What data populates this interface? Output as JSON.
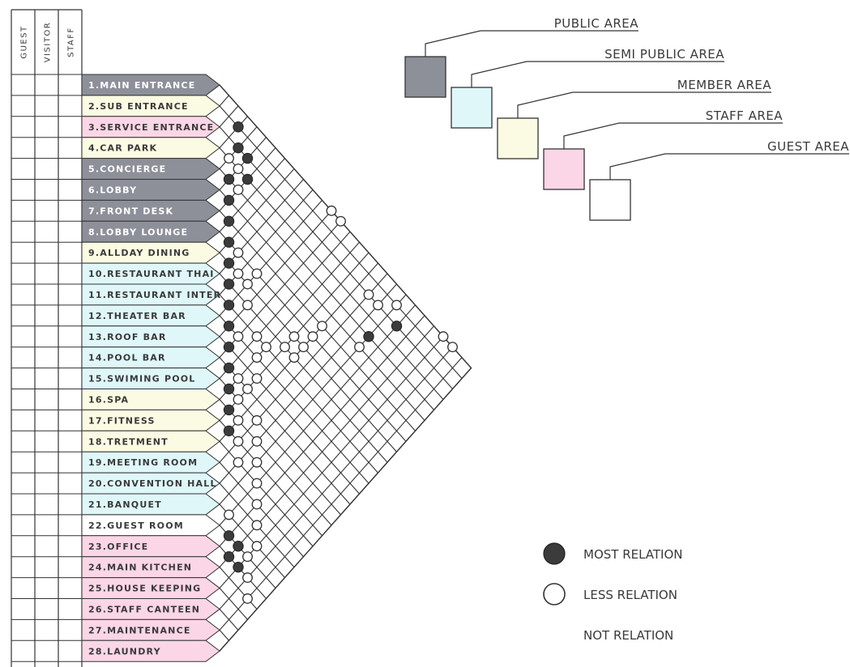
{
  "user_columns": [
    "GUEST",
    "VISITOR",
    "STAFF"
  ],
  "colors": {
    "public": "#8d9099",
    "semi_public": "#dff7f8",
    "member": "#fbfbe3",
    "staff": "#fbd6e6",
    "guest": "#ffffff",
    "line": "#333333",
    "text_dark": "#3a3a3a",
    "text_light": "#ffffff"
  },
  "spaces": [
    {
      "label": "1.MAIN ENTRANCE",
      "zone": "public"
    },
    {
      "label": "2.SUB ENTRANCE",
      "zone": "member"
    },
    {
      "label": "3.SERVICE ENTRANCE",
      "zone": "staff"
    },
    {
      "label": "4.CAR PARK",
      "zone": "member"
    },
    {
      "label": "5.CONCIERGE",
      "zone": "public"
    },
    {
      "label": "6.LOBBY",
      "zone": "public"
    },
    {
      "label": "7.FRONT DESK",
      "zone": "public"
    },
    {
      "label": "8.LOBBY LOUNGE",
      "zone": "public"
    },
    {
      "label": "9.ALLDAY DINING",
      "zone": "member"
    },
    {
      "label": "10.RESTAURANT THAI",
      "zone": "semi_public"
    },
    {
      "label": "11.RESTAURANT INTER",
      "zone": "semi_public"
    },
    {
      "label": "12.THEATER BAR",
      "zone": "semi_public"
    },
    {
      "label": "13.ROOF BAR",
      "zone": "semi_public"
    },
    {
      "label": "14.POOL BAR",
      "zone": "semi_public"
    },
    {
      "label": "15.SWIMING POOL",
      "zone": "semi_public"
    },
    {
      "label": "16.SPA",
      "zone": "member"
    },
    {
      "label": "17.FITNESS",
      "zone": "member"
    },
    {
      "label": "18.TRETMENT",
      "zone": "member"
    },
    {
      "label": "19.MEETING ROOM",
      "zone": "semi_public"
    },
    {
      "label": "20.CONVENTION HALL",
      "zone": "semi_public"
    },
    {
      "label": "21.BANQUET",
      "zone": "semi_public"
    },
    {
      "label": "22.GUEST ROOM",
      "zone": "guest"
    },
    {
      "label": "23.OFFICE",
      "zone": "staff"
    },
    {
      "label": "24.MAIN KITCHEN",
      "zone": "staff"
    },
    {
      "label": "25.HOUSE KEEPING",
      "zone": "staff"
    },
    {
      "label": "26.STAFF CANTEEN",
      "zone": "staff"
    },
    {
      "label": "27.MAINTENANCE",
      "zone": "staff"
    },
    {
      "label": "28.LAUNDRY",
      "zone": "staff"
    }
  ],
  "zone_legend": [
    {
      "label": "PUBLIC AREA",
      "zone": "public"
    },
    {
      "label": "SEMI PUBLIC AREA",
      "zone": "semi_public"
    },
    {
      "label": "MEMBER AREA",
      "zone": "member"
    },
    {
      "label": "STAFF AREA",
      "zone": "staff"
    },
    {
      "label": "GUEST AREA",
      "zone": "guest"
    }
  ],
  "relation_legend": [
    {
      "label": "MOST RELATION",
      "symbol": "filled"
    },
    {
      "label": "LESS RELATION",
      "symbol": "open"
    },
    {
      "label": "NOT RELATION",
      "symbol": "none"
    }
  ],
  "relations": {
    "most": [
      [
        2,
        4
      ],
      [
        3,
        5
      ],
      [
        3,
        6
      ],
      [
        4,
        7
      ],
      [
        5,
        6
      ],
      [
        6,
        7
      ],
      [
        7,
        8
      ],
      [
        8,
        9
      ],
      [
        9,
        10
      ],
      [
        10,
        11
      ],
      [
        12,
        13
      ],
      [
        14,
        15
      ],
      [
        22,
        23
      ],
      [
        22,
        24
      ],
      [
        3,
        22
      ],
      [
        5,
        21
      ],
      [
        11,
        12
      ],
      [
        13,
        14
      ],
      [
        15,
        16
      ],
      [
        16,
        17
      ],
      [
        17,
        18
      ],
      [
        23,
        24
      ],
      [
        23,
        25
      ]
    ],
    "less": [
      [
        4,
        5
      ],
      [
        4,
        6
      ],
      [
        5,
        7
      ],
      [
        8,
        10
      ],
      [
        9,
        11
      ],
      [
        12,
        14
      ],
      [
        6,
        21
      ],
      [
        14,
        16
      ],
      [
        15,
        17
      ],
      [
        16,
        18
      ],
      [
        17,
        19
      ],
      [
        18,
        20
      ],
      [
        21,
        22
      ],
      [
        22,
        25
      ],
      [
        23,
        26
      ],
      [
        24,
        27
      ],
      [
        8,
        12
      ],
      [
        9,
        12
      ],
      [
        10,
        13
      ],
      [
        11,
        15
      ],
      [
        1,
        13
      ],
      [
        1,
        14
      ],
      [
        13,
        17
      ],
      [
        14,
        17
      ],
      [
        15,
        19
      ],
      [
        16,
        20
      ],
      [
        17,
        21
      ],
      [
        18,
        22
      ],
      [
        19,
        23
      ],
      [
        20,
        24
      ],
      [
        21,
        25
      ],
      [
        7,
        18
      ],
      [
        8,
        18
      ],
      [
        9,
        17
      ],
      [
        9,
        18
      ],
      [
        10,
        17
      ],
      [
        10,
        18
      ],
      [
        11,
        16
      ],
      [
        12,
        16
      ],
      [
        2,
        21
      ],
      [
        3,
        19
      ],
      [
        3,
        20
      ],
      [
        1,
        25
      ],
      [
        1,
        26
      ]
    ]
  }
}
